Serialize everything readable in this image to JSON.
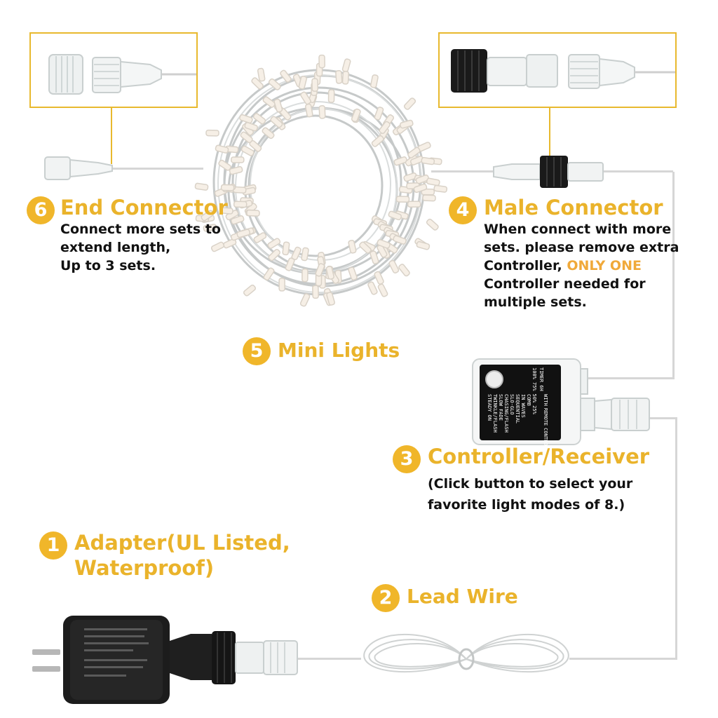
{
  "items": [
    {
      "number": "6",
      "title": "End Connector",
      "lines": [
        "Connect more sets to",
        "extend length,",
        "Up to 3 sets."
      ]
    },
    {
      "number": "4",
      "title": "Male Connector",
      "lines_a": [
        "When connect with more",
        "sets. please remove extra"
      ],
      "line_c_pre": "Controller, ",
      "line_c_hl": "ONLY ONE",
      "lines_b": [
        "Controller needed for",
        "multiple sets."
      ]
    },
    {
      "number": "5",
      "title": "Mini Lights"
    },
    {
      "number": "3",
      "title": "Controller/Receiver",
      "lines": [
        "(Click button to select your",
        "favorite light modes of 8.)"
      ]
    },
    {
      "number": "1",
      "title_lines": [
        "Adapter(UL Listed,",
        "Waterproof)"
      ]
    },
    {
      "number": "2",
      "title": "Lead Wire"
    }
  ],
  "controller_label": {
    "modes": [
      "COMB",
      "IN WAVES",
      "SEQUENTIAL",
      "SLO-GLO",
      "CHASING/FLASH",
      "SLOW FADE",
      "TWINKLE/FLASH",
      "STEADY ON"
    ],
    "remote": [
      "WITH",
      "REMOTE",
      "CONTROL"
    ],
    "levels": [
      "100%",
      "75%",
      "50%",
      "25%"
    ],
    "timer": "TIMER 6H"
  },
  "colors": {
    "accent": "#eab32b",
    "badge": "#f0b62a",
    "highlight": "#f0a93a",
    "text": "#111111",
    "wire": "#d6d6d6"
  },
  "icons": [
    "led-coil-image",
    "end-connector-image",
    "male-connector-image",
    "controller-box-image",
    "power-adapter-image",
    "lead-wire-coil-image"
  ]
}
